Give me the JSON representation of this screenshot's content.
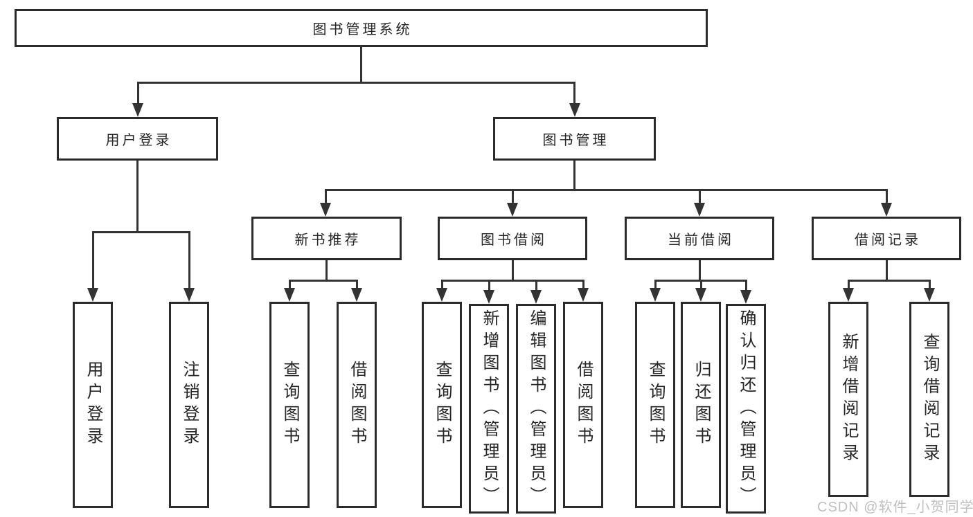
{
  "diagram": {
    "root": {
      "label": "图书管理系统"
    },
    "branches": [
      {
        "label": "用户登录",
        "children": [
          {
            "label": "用户登录"
          },
          {
            "label": "注销登录"
          }
        ]
      },
      {
        "label": "图书管理",
        "children": [
          {
            "label": "新书推荐",
            "children": [
              {
                "label": "查询图书"
              },
              {
                "label": "借阅图书"
              }
            ]
          },
          {
            "label": "图书借阅",
            "children": [
              {
                "label": "查询图书"
              },
              {
                "label": "新增图书（管理员）"
              },
              {
                "label": "编辑图书（管理员）"
              },
              {
                "label": "借阅图书"
              }
            ]
          },
          {
            "label": "当前借阅",
            "children": [
              {
                "label": "查询图书"
              },
              {
                "label": "归还图书"
              },
              {
                "label": "确认归还（管理员）"
              }
            ]
          },
          {
            "label": "借阅记录",
            "children": [
              {
                "label": "新增借阅记录"
              },
              {
                "label": "查询借阅记录"
              }
            ]
          }
        ]
      }
    ]
  },
  "watermark": {
    "text": "CSDN @软件_小贺同学"
  },
  "colors": {
    "line": "#333333",
    "box_border": "#2b2b2b",
    "text": "#262626",
    "background": "#ffffff",
    "watermark": "#bfbfbf"
  }
}
